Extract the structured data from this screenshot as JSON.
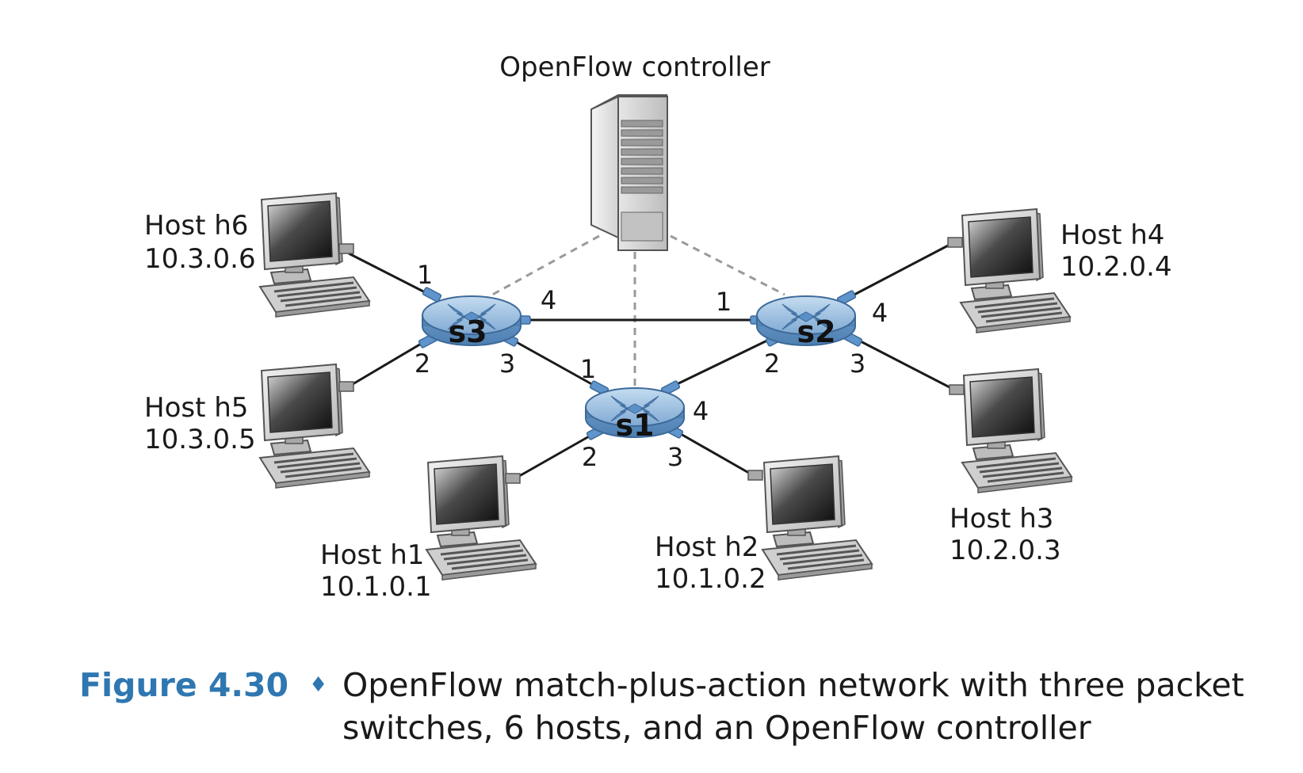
{
  "controller": {
    "label": "OpenFlow controller"
  },
  "switches": [
    {
      "id": "s1",
      "label": "s1"
    },
    {
      "id": "s2",
      "label": "s2"
    },
    {
      "id": "s3",
      "label": "s3"
    }
  ],
  "hosts": [
    {
      "id": "h1",
      "name": "Host h1",
      "ip": "10.1.0.1"
    },
    {
      "id": "h2",
      "name": "Host h2",
      "ip": "10.1.0.2"
    },
    {
      "id": "h3",
      "name": "Host h3",
      "ip": "10.2.0.3"
    },
    {
      "id": "h4",
      "name": "Host h4",
      "ip": "10.2.0.4"
    },
    {
      "id": "h5",
      "name": "Host h5",
      "ip": "10.3.0.5"
    },
    {
      "id": "h6",
      "name": "Host h6",
      "ip": "10.3.0.6"
    }
  ],
  "ports": {
    "s3": [
      "1",
      "2",
      "3",
      "4"
    ],
    "s2": [
      "1",
      "2",
      "3",
      "4"
    ],
    "s1": [
      "1",
      "2",
      "3",
      "4"
    ]
  },
  "caption": {
    "figure": "Figure 4.30",
    "separator": "♦",
    "text": "OpenFlow match-plus-action network with three packet switches, 6 hosts, and an OpenFlow controller"
  },
  "colors": {
    "switch": "#8fb9dc",
    "switch_dark": "#5f8fbf",
    "figure_label": "#2f77b1",
    "link": "#1a1a1a",
    "control_link": "#999999"
  }
}
